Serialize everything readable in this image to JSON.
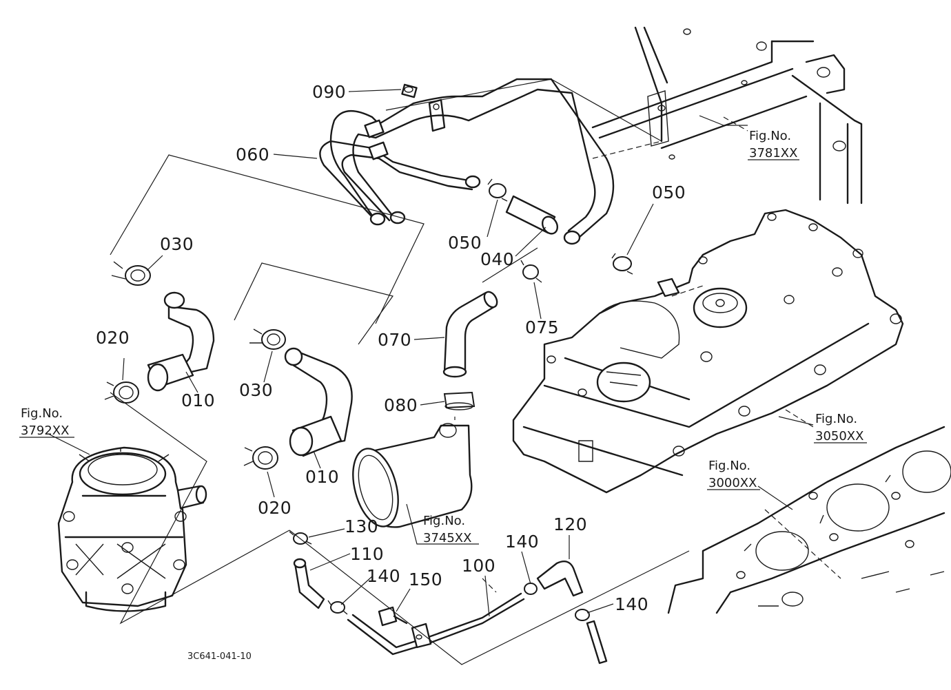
{
  "diagram": {
    "part_labels": {
      "p010a": "010",
      "p010b": "010",
      "p020a": "020",
      "p020b": "020",
      "p030a": "030",
      "p030b": "030",
      "p040": "040",
      "p050a": "050",
      "p050b": "050",
      "p060": "060",
      "p070": "070",
      "p075": "075",
      "p080": "080",
      "p090": "090",
      "p100": "100",
      "p110": "110",
      "p120": "120",
      "p130": "130",
      "p140a": "140",
      "p140b": "140",
      "p140c": "140",
      "p150": "150"
    },
    "figure_refs": {
      "fig3781": {
        "caption": "Fig.No.",
        "number": "3781XX"
      },
      "fig3792": {
        "caption": "Fig.No.",
        "number": "3792XX"
      },
      "fig3050": {
        "caption": "Fig.No.",
        "number": "3050XX"
      },
      "fig3000": {
        "caption": "Fig.No.",
        "number": "3000XX"
      },
      "fig3745": {
        "caption": "Fig.No.",
        "number": "3745XX"
      }
    },
    "drawing_code": "3C641-041-10"
  }
}
